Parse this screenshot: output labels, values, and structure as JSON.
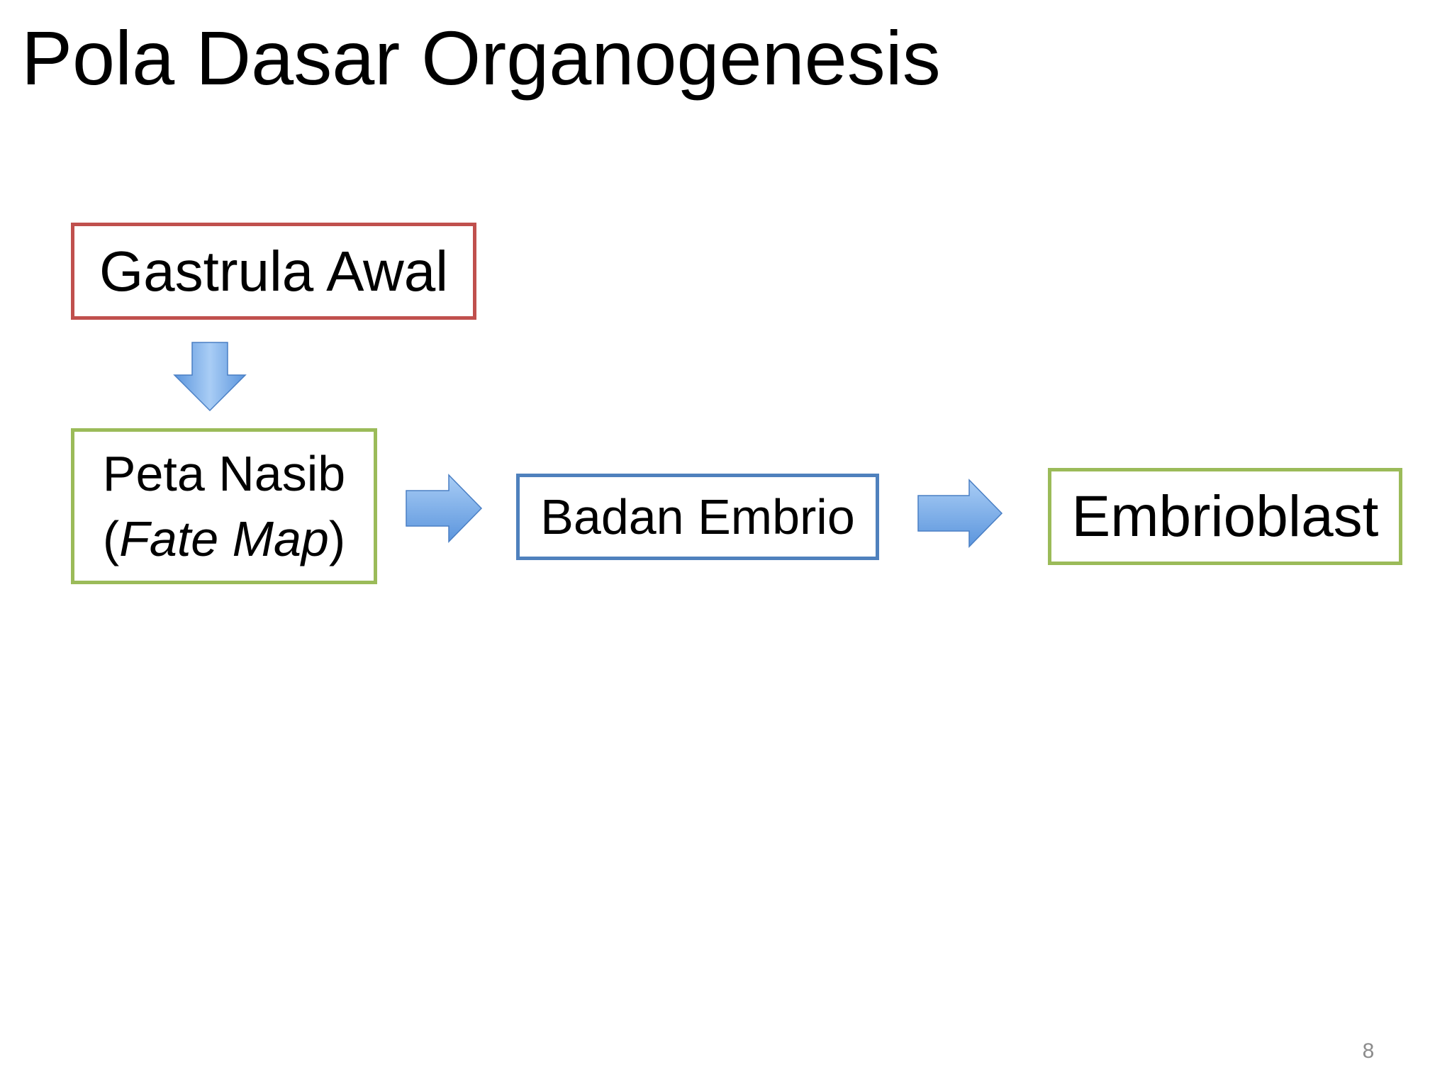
{
  "slide": {
    "title": "Pola Dasar Organogenesis",
    "page_number": "8"
  },
  "diagram": {
    "nodes": [
      {
        "id": "gastrula",
        "label": "Gastrula Awal",
        "border_color": "#c0504d"
      },
      {
        "id": "peta",
        "label_line1": "Peta Nasib",
        "label_line2_open": "(",
        "label_line2_italic": "Fate Map",
        "label_line2_close": ")",
        "border_color": "#9bbb59"
      },
      {
        "id": "badan",
        "label": "Badan Embrio",
        "border_color": "#4f81bd"
      },
      {
        "id": "embrio",
        "label": "Embrioblast",
        "border_color": "#9bbb59"
      }
    ],
    "edges": [
      {
        "from": "gastrula",
        "to": "peta",
        "direction": "down"
      },
      {
        "from": "peta",
        "to": "badan",
        "direction": "right"
      },
      {
        "from": "badan",
        "to": "embrio",
        "direction": "right"
      }
    ],
    "arrow_colors": {
      "light": "#a9cdf5",
      "dark": "#5b95dd",
      "edge": "#4a7fc4"
    }
  }
}
